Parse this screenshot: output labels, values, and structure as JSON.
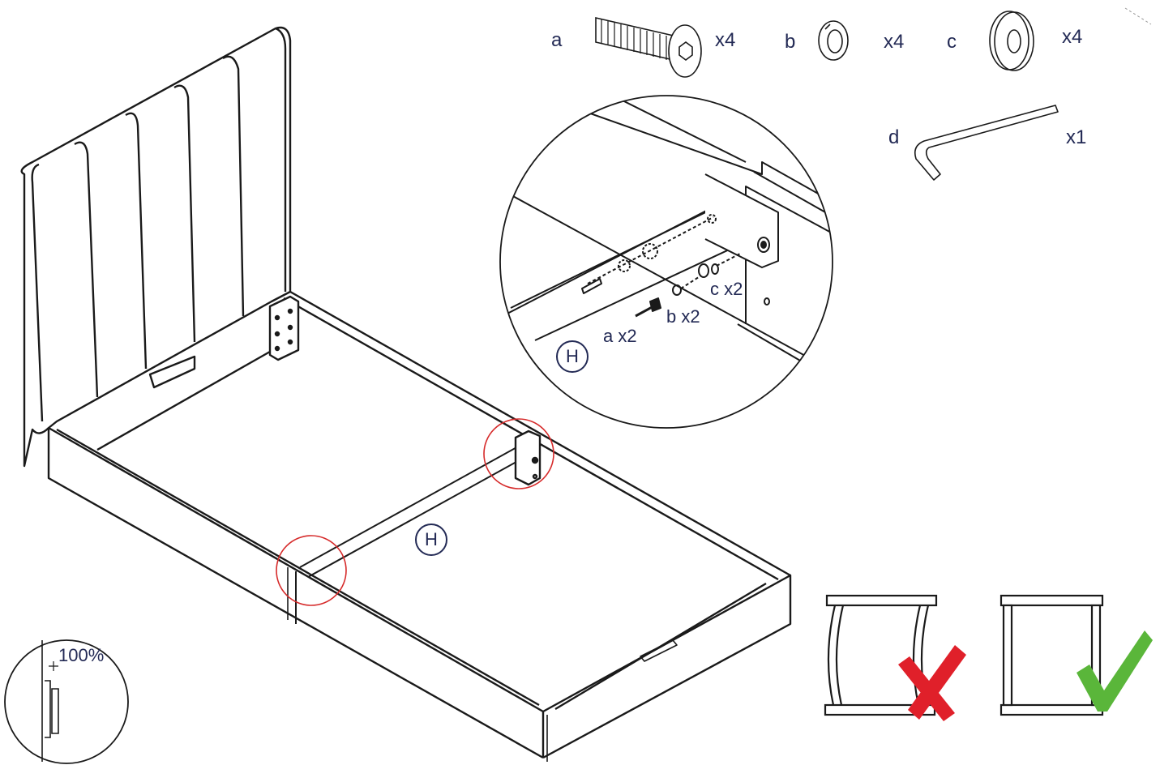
{
  "parts": {
    "a": {
      "letter": "a",
      "qty": "x4",
      "icon": "hex-socket-bolt"
    },
    "b": {
      "letter": "b",
      "qty": "x4",
      "icon": "spring-lock-washer"
    },
    "c": {
      "letter": "c",
      "qty": "x4",
      "icon": "flat-washer"
    },
    "d": {
      "letter": "d",
      "qty": "x1",
      "icon": "allen-key"
    }
  },
  "detail": {
    "a_label": "a x2",
    "b_label": "b x2",
    "c_label": "c x2",
    "part_tag": "H"
  },
  "main": {
    "part_tag": "H"
  },
  "tighten": {
    "label": "100%"
  },
  "result": {
    "wrong_icon": "red-cross-icon",
    "correct_icon": "green-check-icon"
  },
  "colors": {
    "ink": "#1a1a1a",
    "label": "#232a55",
    "highlight": "#d62b2b",
    "wrong": "#e0202a",
    "correct": "#5ab63a"
  }
}
